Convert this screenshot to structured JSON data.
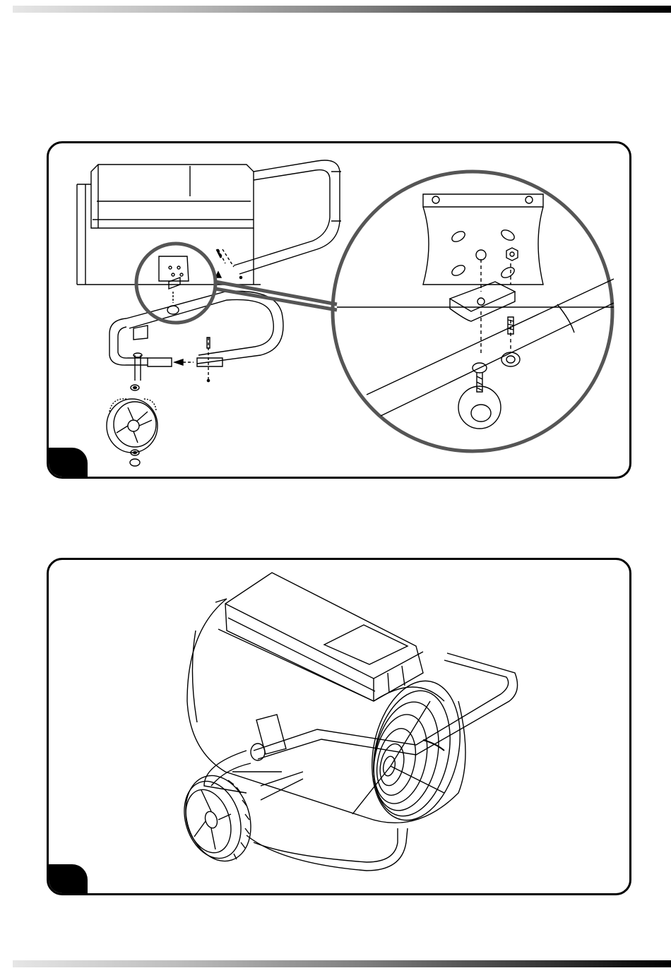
{
  "page": {
    "colors": {
      "line": "#000000",
      "magnify_ring": "#555555",
      "panel_border": "#000000",
      "badge": "#000000",
      "bar_start": "#e6e6e6",
      "bar_end": "#000000"
    }
  },
  "steps": [
    {
      "badge_icon": "step-number-badge",
      "illustration": "handle-bracket-and-wheel-assembly-diagram",
      "detail": "magnified-bracket-bolt-detail"
    },
    {
      "badge_icon": "step-number-badge",
      "illustration": "assembled-heater-on-cart-diagram"
    }
  ]
}
